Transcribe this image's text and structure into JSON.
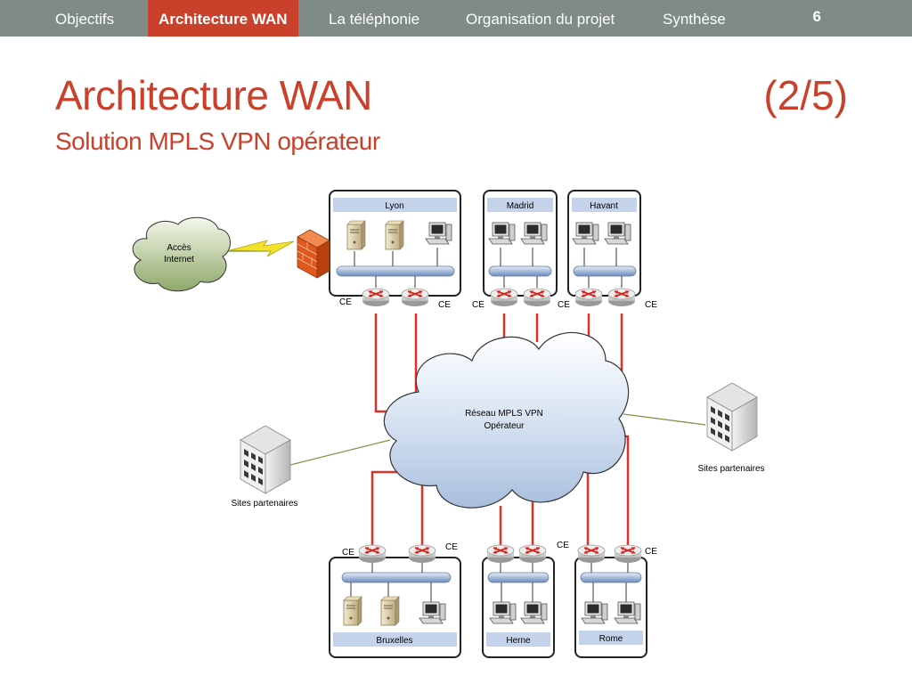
{
  "nav": {
    "tabs": [
      {
        "label": "Objectifs"
      },
      {
        "label": "Architecture WAN",
        "active": true
      },
      {
        "label": "La téléphonie"
      },
      {
        "label": "Organisation du projet"
      },
      {
        "label": "Synthèse"
      }
    ],
    "page_number": "6"
  },
  "colors": {
    "accent": "#c9412b",
    "bar": "#7e8b86",
    "links": "#e0302a",
    "partner_links": "#7a9a4a"
  },
  "title": "Architecture WAN",
  "title_part": "(2/5)",
  "subtitle": "Solution MPLS VPN opérateur",
  "diagram": {
    "internet": "Accès\nInternet",
    "cloud": "Réseau MPLS VPN\nOpérateur",
    "sites": {
      "lyon": "Lyon",
      "madrid": "Madrid",
      "havant": "Havant",
      "bruxelles": "Bruxelles",
      "herne": "Herne",
      "rome": "Rome"
    },
    "ce": "CE",
    "partners": "Sites partenaires"
  }
}
